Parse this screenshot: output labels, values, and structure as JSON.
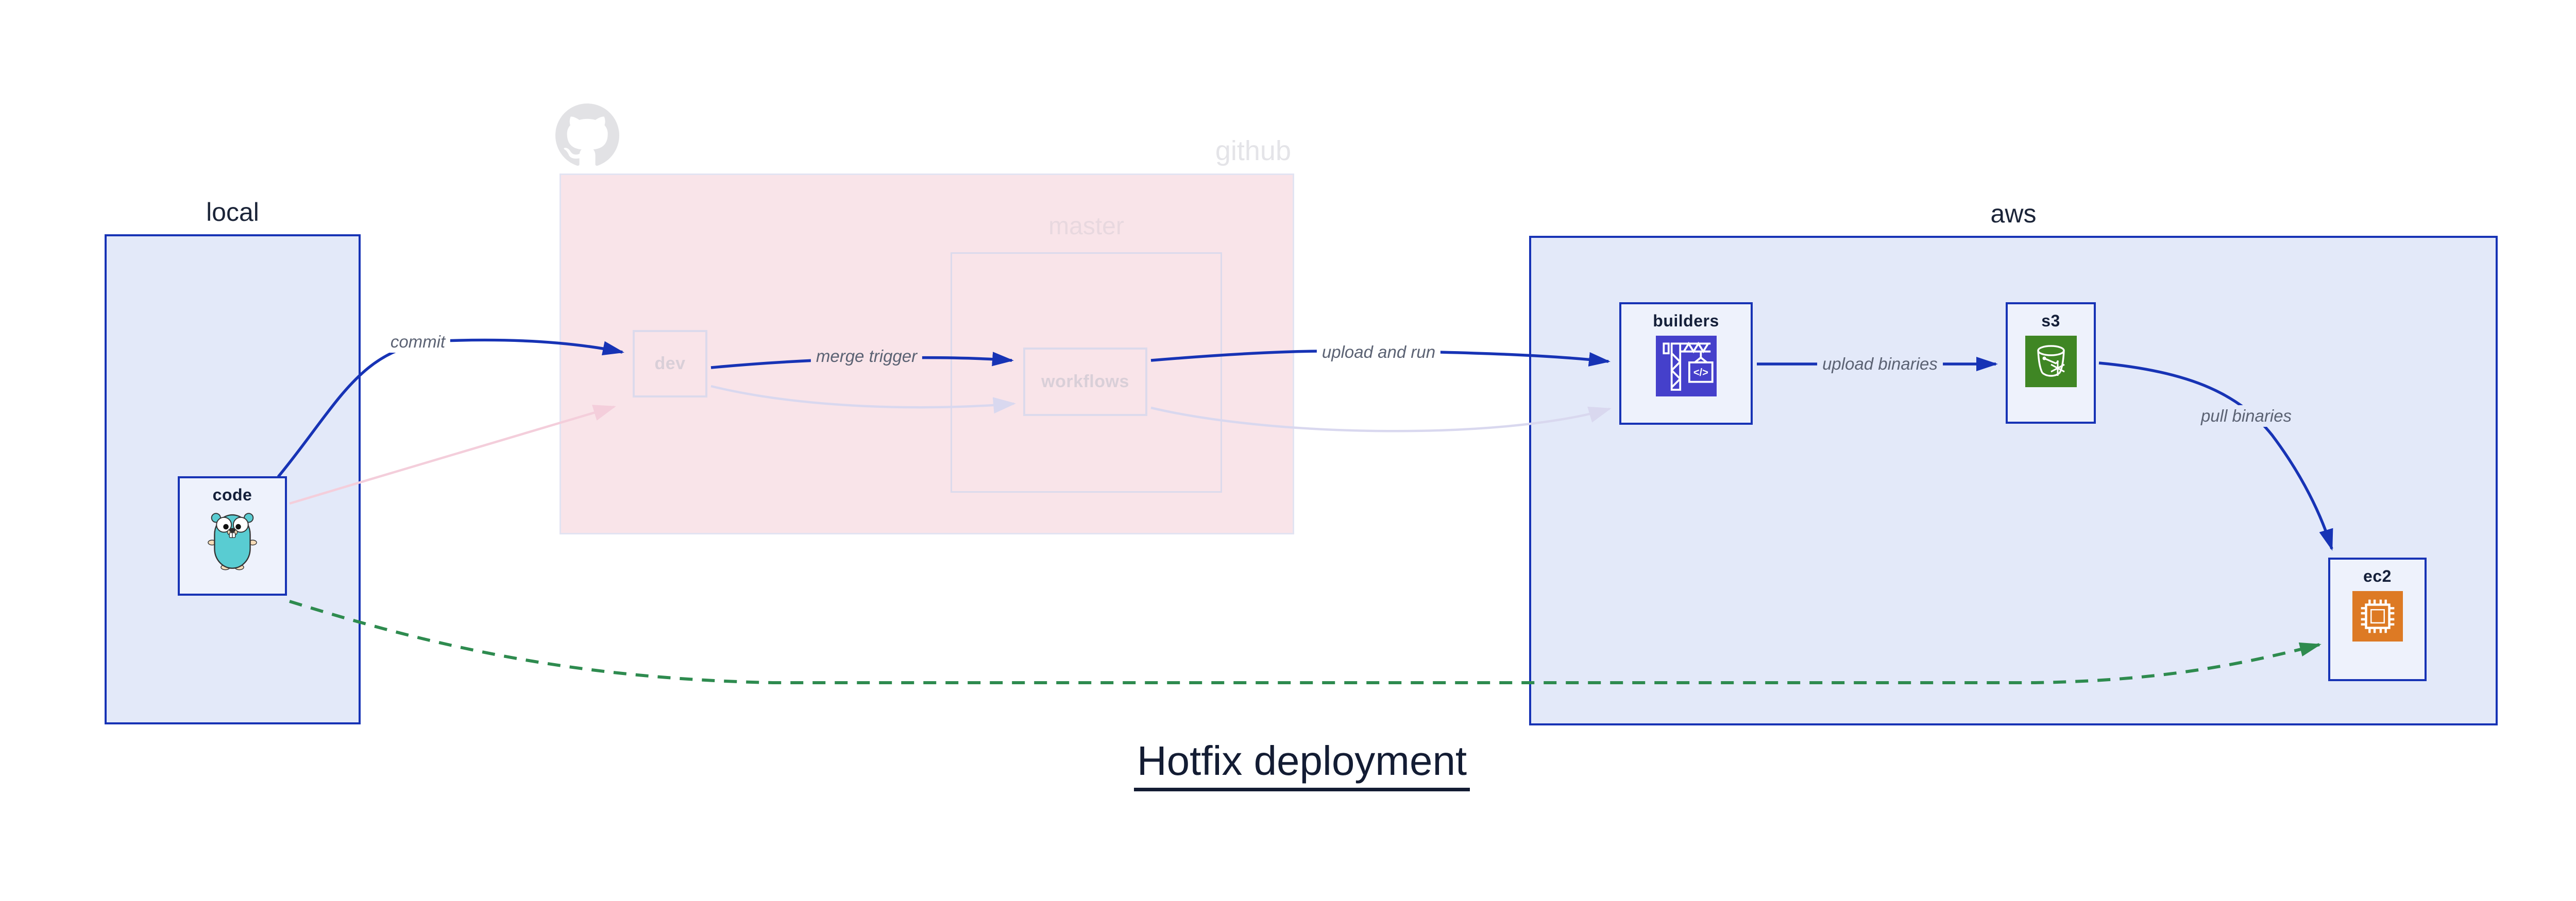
{
  "title": "Hotfix deployment",
  "groups": {
    "local": {
      "label": "local"
    },
    "github": {
      "label": "github",
      "master_label": "master"
    },
    "aws": {
      "label": "aws"
    }
  },
  "nodes": {
    "code": {
      "label": "code",
      "icon": "go-gopher-icon"
    },
    "dev": {
      "label": "dev"
    },
    "workflows": {
      "label": "workflows"
    },
    "builders": {
      "label": "builders",
      "icon": "aws-codebuild-icon"
    },
    "s3": {
      "label": "s3",
      "icon": "aws-s3-glacier-icon"
    },
    "ec2": {
      "label": "ec2",
      "icon": "aws-ec2-icon"
    }
  },
  "edges": {
    "commit": {
      "label": "commit",
      "from": "code",
      "to": "dev",
      "style": "solid-blue"
    },
    "merge_trigger": {
      "label": "merge trigger",
      "from": "dev",
      "to": "workflows",
      "style": "solid-blue"
    },
    "upload_and_run": {
      "label": "upload and run",
      "from": "workflows",
      "to": "builders",
      "style": "solid-blue"
    },
    "upload_binaries": {
      "label": "upload binaries",
      "from": "builders",
      "to": "s3",
      "style": "solid-blue"
    },
    "pull_binaries": {
      "label": "pull binaries",
      "from": "s3",
      "to": "ec2",
      "style": "solid-blue"
    },
    "hotfix_pull": {
      "label": "",
      "from": "code",
      "to": "ec2",
      "style": "dashed-green"
    },
    "faded_commit": {
      "label": "",
      "from": "code",
      "to": "dev",
      "style": "faded-pink"
    },
    "faded_merge": {
      "label": "",
      "from": "dev",
      "to": "workflows",
      "style": "faded-lavender"
    },
    "faded_run": {
      "label": "",
      "from": "workflows",
      "to": "builders",
      "style": "faded-lavender"
    }
  },
  "icons": {
    "codebuild_glyph": "</>"
  },
  "colors": {
    "accent_blue": "#1733b5",
    "panel_fill": "#e3e9f9",
    "node_fill": "#eef2fc",
    "github_fill": "#f9e4e9",
    "faded_border": "#dcdaec",
    "faded_text": "#d9cfd8",
    "github_label": "#e4e4e8",
    "master_label": "#e8d8df",
    "text_navy": "#1b2438",
    "edge_label_gray": "#5b6273",
    "green_dashed": "#2e8b4f",
    "faded_pink_edge": "#f4cedb",
    "faded_lavender_edge": "#d9d8ef",
    "codebuild_icon_bg": "#4540cb",
    "s3_icon_bg": "#3f8624",
    "ec2_icon_bg": "#dd7a24",
    "gopher_teal": "#59ccd2",
    "github_logo_gray": "#e2e2e5"
  }
}
